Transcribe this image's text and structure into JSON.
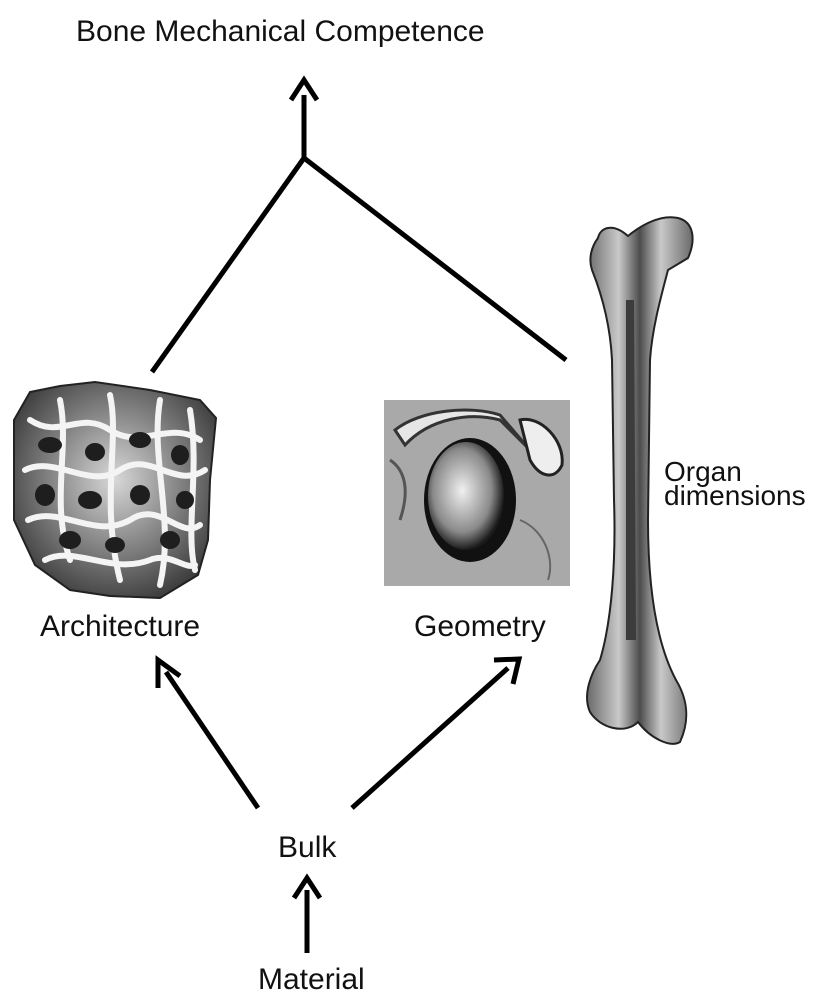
{
  "title": "Bone Mechanical Competence",
  "nodes": {
    "architecture": "Architecture",
    "geometry": "Geometry",
    "bulk": "Bulk",
    "material": "Material",
    "organ_line1": "Organ",
    "organ_line2": "dimensions"
  },
  "images": {
    "architecture": "trabecular-bone-cube-image",
    "geometry": "bone-cross-section-image",
    "organ": "femur-bone-image"
  }
}
